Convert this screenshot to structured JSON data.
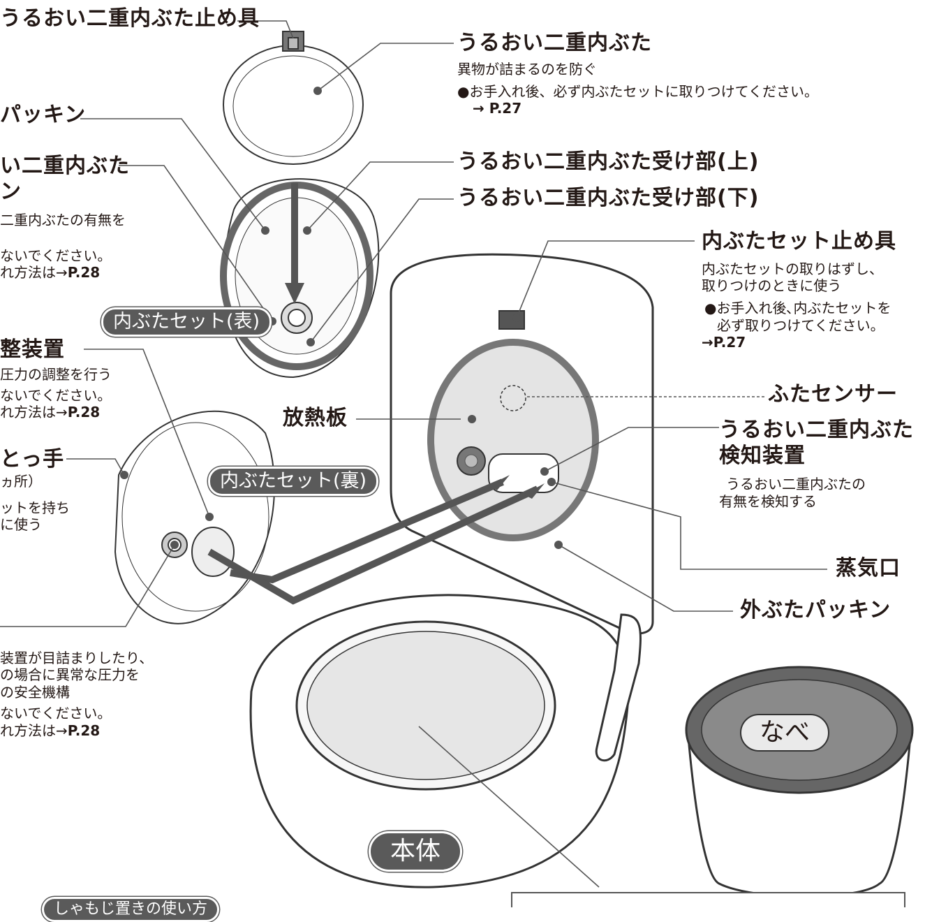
{
  "labels": {
    "inner_lid_stopper": "うるおい二重内ぶた止め具",
    "inner_lid": "うるおい二重内ぶた",
    "inner_lid_desc": "異物が詰まるのを防ぐ",
    "inner_lid_note": "●お手入れ後、必ず内ぶたセットに取りつけてください。",
    "inner_lid_ref": "→ P.27",
    "packing_left": "パッキン",
    "receiver_upper": "うるおい二重内ぶた受け部(上)",
    "receiver_lower": "うるおい二重内ぶた受け部(下)",
    "left_lid_a1": "い二重内ぶた",
    "left_lid_a2": "ン",
    "left_lid_a_desc1": "二重内ぶたの有無を",
    "left_lid_a_note1": "ないでください。",
    "left_lid_a_note2": "れ方法は→",
    "left_lid_a_ref": "P.28",
    "set_lid_stopper": "内ぶたセット止め具",
    "set_lid_stopper_desc1": "内ぶたセットの取りはずし、",
    "set_lid_stopper_desc2": "取りつけのときに使う",
    "set_lid_stopper_note1": "●お手入れ後､内ぶたセットを",
    "set_lid_stopper_note2": "必ず取りつけてください。",
    "set_lid_stopper_ref": "→P.27",
    "set_front": "内ぶたセット(表)",
    "regulator": "整装置",
    "regulator_desc": "圧力の調整を行う",
    "regulator_note1": "ないでください。",
    "regulator_note2": "れ方法は→",
    "regulator_ref": "P.28",
    "lid_sensor": "ふたセンサー",
    "heat_plate": "放熱板",
    "detector1": "うるおい二重内ぶた",
    "detector2": "検知装置",
    "detector_desc1": "うるおい二重内ぶたの",
    "detector_desc2": "有無を検知する",
    "handle": "とっ手",
    "handle_paren": "ヵ所）",
    "handle_desc1": "ットを持ち",
    "handle_desc2": "に使う",
    "set_back": "内ぶたセット(裏)",
    "steam_port": "蒸気口",
    "outer_packing": "外ぶたパッキン",
    "safety_desc1": "装置が目詰まりしたり、",
    "safety_desc2": "の場合に異常な圧力を",
    "safety_desc3": "の安全機構",
    "safety_note1": "ないでください。",
    "safety_note2": "れ方法は→",
    "safety_ref": "P.28",
    "pot": "なべ",
    "body": "本体",
    "bottom_tab": "しゃもじ置きの使い方"
  }
}
